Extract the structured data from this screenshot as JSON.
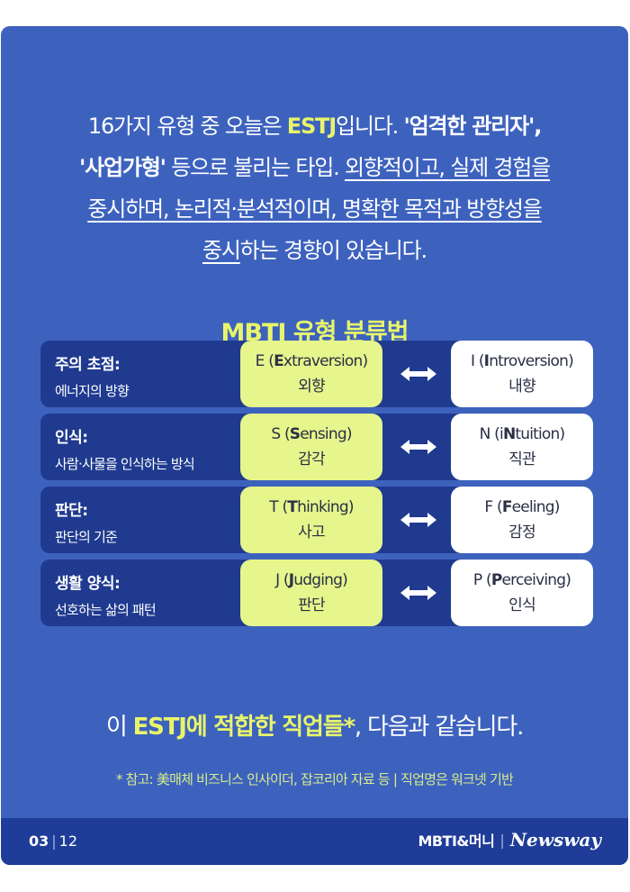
{
  "intro": {
    "l1_a": "16가지 유형 중 오늘은 ",
    "l1_type": "ESTJ",
    "l1_b": "입니다. ",
    "l1_c": "'엄격한 관리자',",
    "l2_a": "'사업가형'",
    "l2_b": " 등으로 불리는 타입. ",
    "l2_c": "외향적이고, 실제 경험을",
    "l3": "중시하며, 논리적·분석적이며, 명확한 목적과 방향성을",
    "l4_a": "중시",
    "l4_b": "하는 경향이 있습니다."
  },
  "table_title": "MBTI 유형 분류법",
  "rows": [
    {
      "label": "주의 초점:",
      "desc": "에너지의 방향",
      "left": {
        "pre": "E (",
        "bold": "E",
        "post": "xtraversion)",
        "ko": "외향"
      },
      "right": {
        "pre": "I (",
        "bold": "I",
        "post": "ntroversion)",
        "ko": "내향"
      }
    },
    {
      "label": "인식:",
      "desc": "사람·사물을 인식하는 방식",
      "left": {
        "pre": "S (",
        "bold": "S",
        "post": "ensing)",
        "ko": "감각"
      },
      "right": {
        "pre": "N (i",
        "bold": "N",
        "post": "tuition)",
        "ko": "직관"
      }
    },
    {
      "label": "판단:",
      "desc": "판단의 기준",
      "left": {
        "pre": "T (",
        "bold": "T",
        "post": "hinking)",
        "ko": "사고"
      },
      "right": {
        "pre": "F (",
        "bold": "F",
        "post": "eeling)",
        "ko": "감정"
      }
    },
    {
      "label": "생활 양식:",
      "desc": "선호하는 삶의 패턴",
      "left": {
        "pre": "J (",
        "bold": "J",
        "post": "udging)",
        "ko": "판단"
      },
      "right": {
        "pre": "P (",
        "bold": "P",
        "post": "erceiving)",
        "ko": "인식"
      }
    }
  ],
  "outro": {
    "a": "이 ",
    "b": "ESTJ에 적합한 직업들*",
    "c": ", 다음과 같습니다."
  },
  "note": "* 참고: 美매체 비즈니스 인사이더, 잡코리아 자료 등 | 직업명은 워크넷 기반",
  "footer": {
    "page": "03",
    "sep": "|",
    "total": "12",
    "series": "MBTI&머니",
    "brand_sep": "|",
    "brand": "Newsway"
  },
  "colors": {
    "background": "#3d62be",
    "band": "#1f3a8f",
    "highlight": "#e6f58c",
    "footer": "#1e3c98"
  }
}
